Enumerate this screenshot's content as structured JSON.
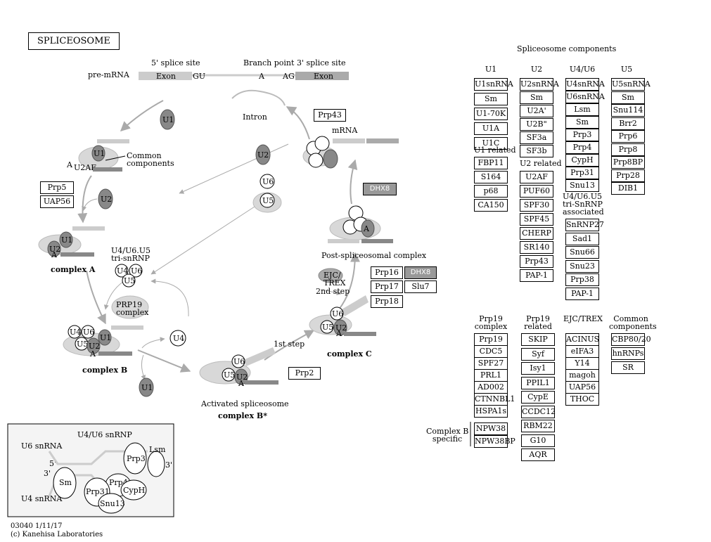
{
  "title": "SPLICEOSOME",
  "premrna": {
    "five_splice": "5' splice site",
    "branch_point": "Branch point",
    "three_splice": "3' splice site",
    "premrna_label": "pre-mRNA",
    "exon_left": "Exon",
    "gu": "GU",
    "a": "A",
    "ag": "AG",
    "exon_right": "Exon"
  },
  "cycle": {
    "u1_top": "U1",
    "intron": "Intron",
    "mrna": "mRNA",
    "u2_upper": "U2",
    "u6_free": "U6",
    "u5_free": "U5",
    "common_components": "Common\ncomponents",
    "u1_e": "U1",
    "u2af_e": "U2AF",
    "a_e": "A",
    "u2_mid": "U2",
    "u1_a": "U1",
    "u2_a": "U2",
    "a_a": "A",
    "complex_a": "complex A",
    "trisnrnp": "U4/U6.U5\ntri-snRNP",
    "u4_tri": "U4",
    "u6_tri": "U6",
    "u5_tri": "U5",
    "prp19_complex": "PRP19\ncomplex",
    "u4_b": "U4",
    "u6_b": "U6",
    "u5_b": "U5",
    "u1_b": "U1",
    "u2_b": "U2",
    "a_b": "A",
    "complex_b": "complex B",
    "u1_released": "U1",
    "u4_released": "U4",
    "u6_bstar": "U6",
    "u5_bstar": "U5",
    "u2_bstar": "U2",
    "a_bstar": "A",
    "activated": "Activated spliceosome",
    "complex_bstar": "complex B*",
    "first_step": "1st step",
    "ejc_trex": "EJC/\nTREX",
    "second_step": "2nd step",
    "u6_c": "U6",
    "u5_c": "U5",
    "u2_c": "U2",
    "a_c": "A",
    "complex_c": "complex C",
    "a_post": "A",
    "post_spliceosomal": "Post-spliceosomal complex"
  },
  "cycle_boxes": {
    "prp5": "Prp5",
    "uap56": "UAP56",
    "prp43": "Prp43",
    "dhx8_top": "DHX8",
    "prp16": "Prp16",
    "dhx8_mid": "DHX8",
    "prp17": "Prp17",
    "slu7": "Slu7",
    "prp18": "Prp18",
    "prp2": "Prp2"
  },
  "components": {
    "heading": "Spliceosome components",
    "u1_header": "U1",
    "u2_header": "U2",
    "u4u6_header": "U4/U6",
    "u5_header": "U5",
    "u1_items": [
      "U1snRNA",
      "Sm",
      "U1-70K",
      "U1A",
      "U1C"
    ],
    "u1_related_label": "U1 related",
    "u1_related": [
      "FBP11",
      "S164",
      "p68",
      "CA150"
    ],
    "u2_items": [
      "U2snRNA",
      "Sm",
      "U2A'",
      "U2B\"",
      "SF3a",
      "SF3b"
    ],
    "u2_related_label": "U2 related",
    "u2_related": [
      "U2AF",
      "PUF60",
      "SPF30",
      "SPF45",
      "CHERP",
      "SR140",
      "Prp43",
      "PAP-1"
    ],
    "u4u6_items": [
      "U4snRNA",
      "U6snRNA",
      "Lsm",
      "Sm",
      "Prp3",
      "Prp4",
      "CypH",
      "Prp31",
      "Snu13"
    ],
    "tri_label": "U4/U6.U5\ntri-SnRNP\nassociated",
    "tri_items": [
      "SnRNP27",
      "Sad1",
      "Snu66",
      "Snu23",
      "Prp38",
      "PAP-1"
    ],
    "u5_items": [
      "U5snRNA",
      "Sm",
      "Snu114",
      "Brr2",
      "Prp6",
      "Prp8",
      "Prp8BP",
      "Prp28",
      "DIB1"
    ],
    "prp19_header": "Prp19\ncomplex",
    "prp19_items": [
      "Prp19",
      "CDC5",
      "SPF27",
      "PRL1",
      "AD002",
      "CTNNBL1",
      "HSPA1s"
    ],
    "complexb_label": "Complex B\nspecific",
    "complexb_items": [
      "NPW38",
      "NPW38BP"
    ],
    "prp19rel_header": "Prp19\nrelated",
    "prp19rel_items": [
      "SKIP",
      "Syf",
      "Isy1",
      "PPIL1",
      "CypE",
      "CCDC12",
      "RBM22",
      "G10",
      "AQR"
    ],
    "ejc_header": "EJC/TREX",
    "ejc_items": [
      "ACINUS",
      "eIFA3",
      "Y14",
      "magoh",
      "UAP56",
      "THOC"
    ],
    "common_header": "Common\ncomponents",
    "common_items": [
      "CBP80/20",
      "hnRNPs",
      "SR"
    ]
  },
  "inset": {
    "title": "U4/U6 snRNP",
    "u6_snrna": "U6 snRNA",
    "five_prime": "5'",
    "three_prime_left": "3'",
    "u4_snrna": "U4 snRNA",
    "sm": "Sm",
    "prp3": "Prp3",
    "lsm": "Lsm",
    "three_prime_right": "3'",
    "prp4": "Prp4",
    "prp31": "Prp31",
    "cyph": "CypH",
    "snu13": "Snu13"
  },
  "footer": {
    "line1": "03040 1/11/17",
    "line2": "(c) Kanehisa Laboratories"
  },
  "colors": {
    "dark_node": "#888888",
    "light_node": "#d8d8d8",
    "highlight_box": "#999999",
    "bar": "#bbbbbb",
    "arrow": "#aaaaaa"
  }
}
